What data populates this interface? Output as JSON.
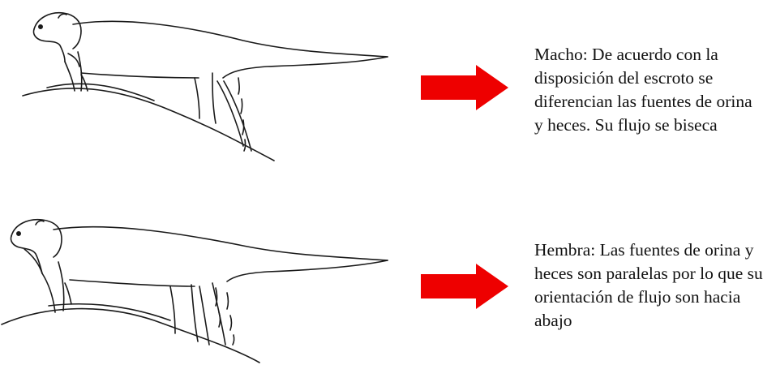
{
  "colors": {
    "arrow": "#ee0000",
    "line": "#1a1a1a",
    "text": "#111111"
  },
  "panels": [
    {
      "id": "male",
      "caption": "Macho: De acuerdo con la disposición del escroto se diferencian las fuentes de orina y heces. Su flujo se biseca"
    },
    {
      "id": "female",
      "caption": "Hembra: Las fuentes de orina y heces son paralelas por lo que su orientación de flujo son hacia abajo"
    }
  ]
}
